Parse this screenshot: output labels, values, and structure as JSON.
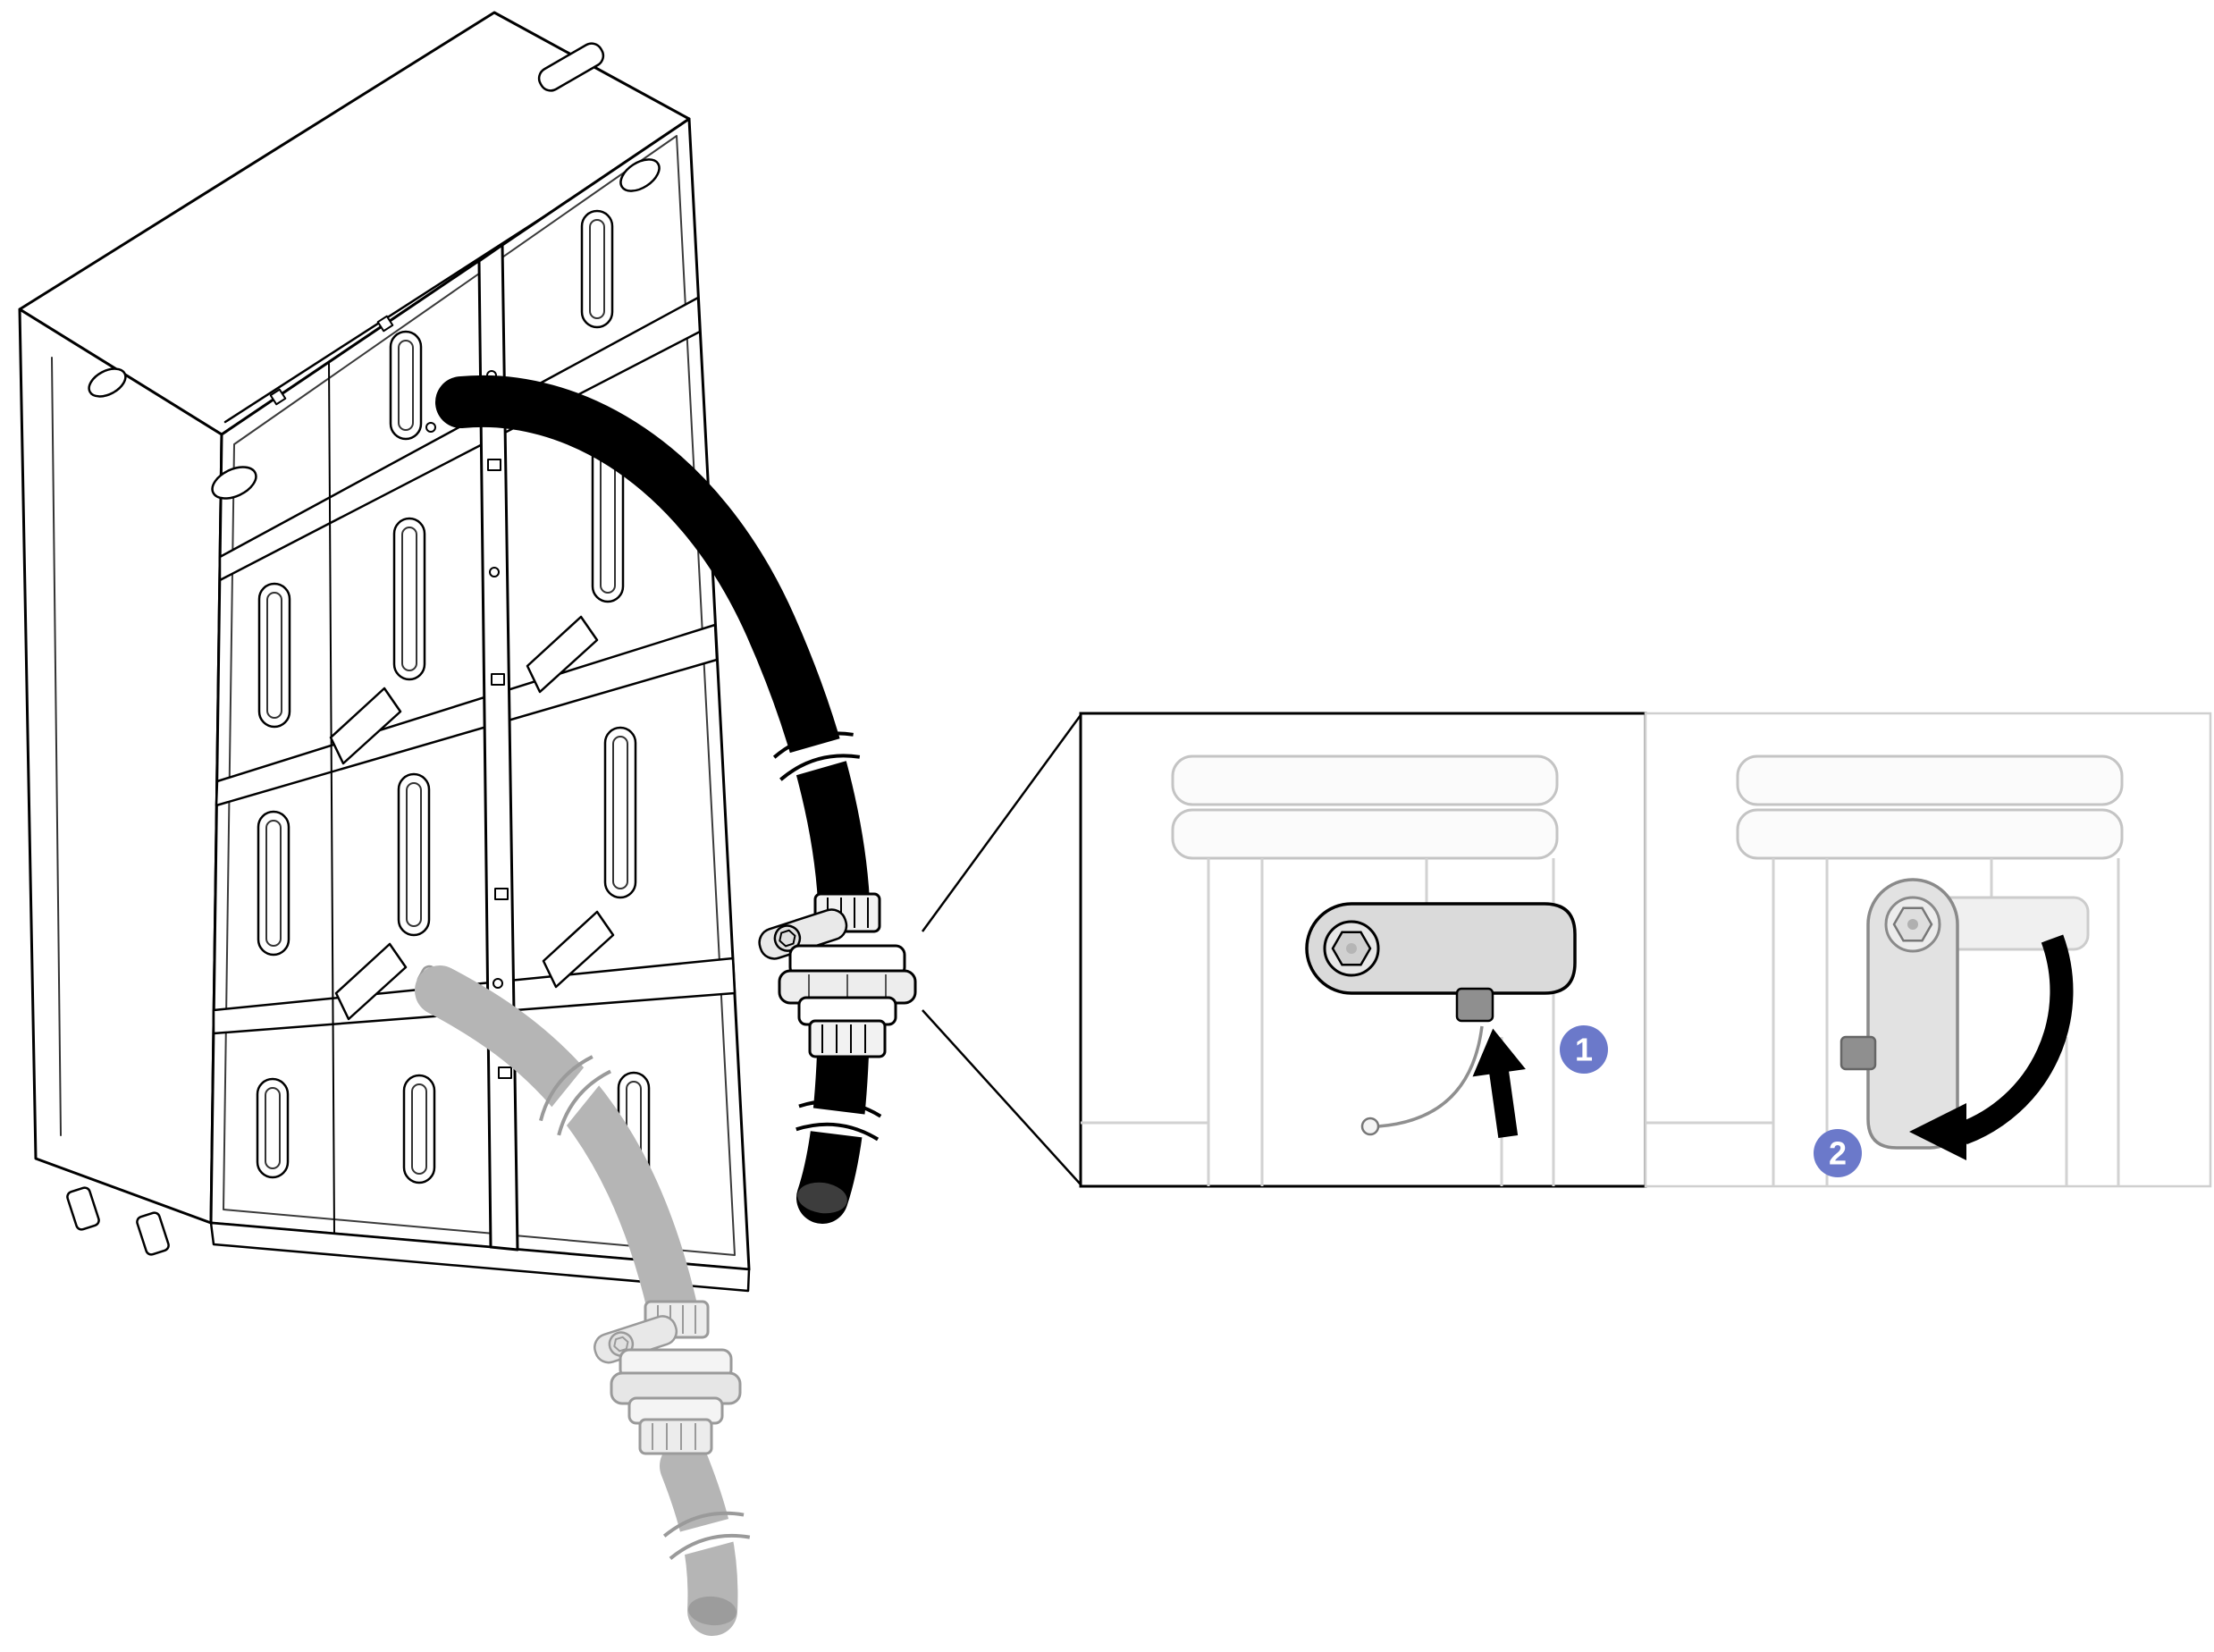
{
  "steps": [
    {
      "number": "1",
      "action": "press-release-button"
    },
    {
      "number": "2",
      "action": "rotate-lever"
    }
  ],
  "colors": {
    "background": "#ffffff",
    "line": "#000000",
    "callout_blue": "#6b79ca",
    "hose_black": "#000000",
    "hose_gray": "#b5b5b5",
    "coupling_gray_line": "#9a9a9a",
    "lever_fill": "#dadada",
    "button_gray": "#8f8f8f",
    "faint_line": "#d2d2d2",
    "arrow_black": "#000000"
  }
}
